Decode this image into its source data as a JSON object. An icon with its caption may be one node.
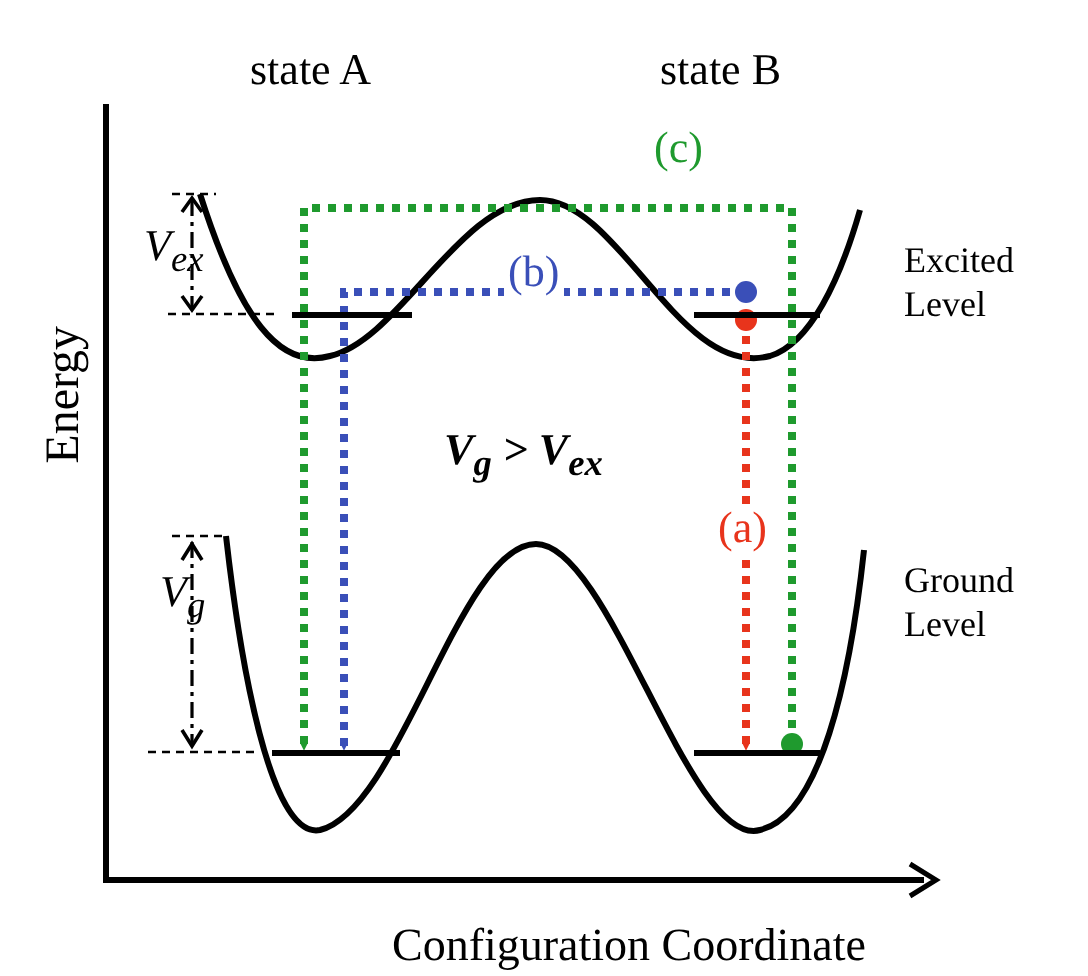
{
  "diagram": {
    "nodes": [
      {
        "text": [],
        "shape": "bar",
        "beside": [
          "V$_{ex}$"
        ]
      },
      {
        "text": [],
        "shape": "bar",
        "beside": [
          "Excited Level"
        ]
      },
      {
        "text": [],
        "shape": "bar",
        "beside": [
          "V$_{g}$"
        ]
      },
      {
        "text": [],
        "shape": "bar",
        "beside": [
          "Ground Level"
        ]
      }
    ],
    "edges": [
      {
        "from": 1,
        "to": 3,
        "arrow": "to",
        "label": "(a)",
        "style": "dashed",
        "color": "#e8341c"
      },
      {
        "from": 1,
        "to": 2,
        "arrow": "to",
        "label": "(b)",
        "style": "dashed",
        "color": "#3a4fb8"
      },
      {
        "from": 3,
        "to": 2,
        "arrow": "to",
        "label": "(c)",
        "style": "dashed",
        "color": "#1f9a2e"
      }
    ],
    "labels": [
      "state A",
      "state B",
      "V$_{g}$ > V$_{ex}$",
      "Energy",
      "Configuration Coordinate"
    ]
  }
}
